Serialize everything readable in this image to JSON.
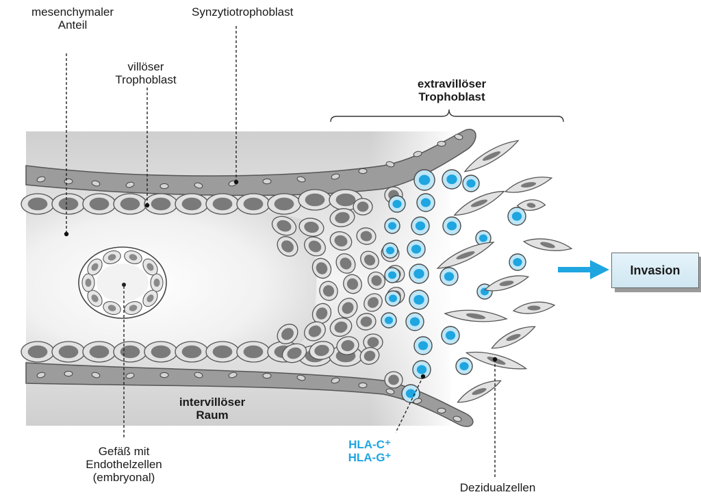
{
  "labels": {
    "mesenchymal": [
      "mesenchymaler",
      "Anteil"
    ],
    "synzytio": "Synzytiotrophoblast",
    "villous": [
      "villöser",
      "Trophoblast"
    ],
    "extravillous": [
      "extravillöser",
      "Trophoblast"
    ],
    "intervillous": [
      "intervillöser",
      "Raum"
    ],
    "vessel": [
      "Gefäß mit",
      "Endothelzellen",
      "(embryonal)"
    ],
    "hla_c": "HLA-C⁺",
    "hla_g": "HLA-G⁺",
    "decidual": "Dezidualzellen",
    "invasion": "Invasion"
  },
  "colors": {
    "blue_accent": "#1fa5e0",
    "cell_blue_fill": "#bfe6f6",
    "cell_grey_fill": "#e2e2e2",
    "nucleus_grey": "#7a7a7a",
    "syncytium_band": "#9c9c9c"
  }
}
